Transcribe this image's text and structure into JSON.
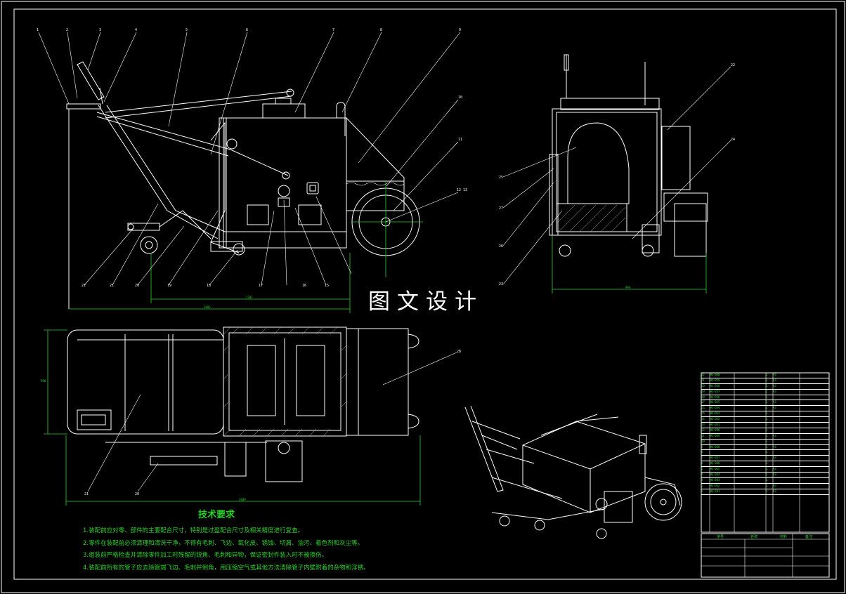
{
  "watermark": "图文设计",
  "callouts": [
    "1",
    "2",
    "3",
    "4",
    "5",
    "6",
    "7",
    "8",
    "9",
    "10",
    "11",
    "12 13",
    "22",
    "21",
    "20",
    "19",
    "18",
    "17",
    "16",
    "15",
    "22",
    "24",
    "25",
    "27",
    "26",
    "23",
    "28",
    "21",
    "20"
  ],
  "dimensions": [
    "1005",
    "2207",
    "994",
    "990",
    "2009"
  ],
  "technical_requirements": {
    "title": "技术要求",
    "items": [
      "1.装配前应对零、部件的主要配合尺寸，特别是过盈配合尺寸及相关精度进行复查。",
      "2.零件在装配前必须清理和清洗干净，不得有毛刺、飞边、氧化皮、锈蚀、切屑、油污、着色剂和灰尘等。",
      "3.组装前严格检查并清除零件加工时残留的锐角、毛刺和异物，保证密封件装入时不被擦伤。",
      "4.装配前所有的管子应去除管端飞边、毛刺并倒角，用压缩空气或其他方法清除管子内壁附着的杂物和浮锈。"
    ]
  },
  "bom": [
    [
      "22",
      "HQ-060",
      "",
      "1",
      "A3",
      ""
    ],
    [
      "21",
      "HQ-059",
      "",
      "1",
      "A3",
      ""
    ],
    [
      "20",
      "HQ-058",
      "",
      "1",
      "A3",
      ""
    ],
    [
      "19",
      "HQ-057",
      "",
      "2",
      "A3",
      ""
    ],
    [
      "18",
      "HQ-056",
      "",
      "1",
      "",
      ""
    ],
    [
      "17",
      "HQ-055",
      "",
      "1",
      "A3",
      ""
    ],
    [
      "16",
      "HQ-054",
      "",
      "1",
      "A3",
      ""
    ],
    [
      "15",
      "HQ-053",
      "",
      "1",
      "",
      ""
    ],
    [
      "14",
      "HQ-052",
      "",
      "1",
      "",
      ""
    ],
    [
      "13",
      "HQ-051",
      "",
      "1",
      "",
      ""
    ],
    [
      "12",
      "HQ-050",
      "",
      "1",
      "",
      ""
    ],
    [
      "11",
      "HQ-049",
      "",
      "1",
      "A3",
      ""
    ],
    [
      "10",
      "",
      "",
      "1",
      "",
      ""
    ],
    [
      "9",
      "HQ-048",
      "",
      "1",
      "A3",
      ""
    ],
    [
      "8",
      "",
      "",
      "1",
      "",
      ""
    ],
    [
      "7",
      "HQ-047",
      "",
      "1",
      "A3",
      ""
    ],
    [
      "6",
      "HQ-046",
      "",
      "1",
      "",
      ""
    ],
    [
      "5",
      "HQ-045",
      "",
      "1",
      "A3",
      ""
    ],
    [
      "4",
      "HQ-044",
      "",
      "2",
      "A3",
      ""
    ],
    [
      "3",
      "HQ-043",
      "",
      "1",
      "",
      ""
    ],
    [
      "2",
      "HQ-042",
      "",
      "1",
      "A3",
      ""
    ],
    [
      "1",
      "HQ-041",
      "",
      "1",
      "A3",
      ""
    ]
  ],
  "title_block": {
    "headers": [
      "序号",
      "名称",
      "材料",
      "备注"
    ],
    "drawing_name": "",
    "sheet": ""
  }
}
